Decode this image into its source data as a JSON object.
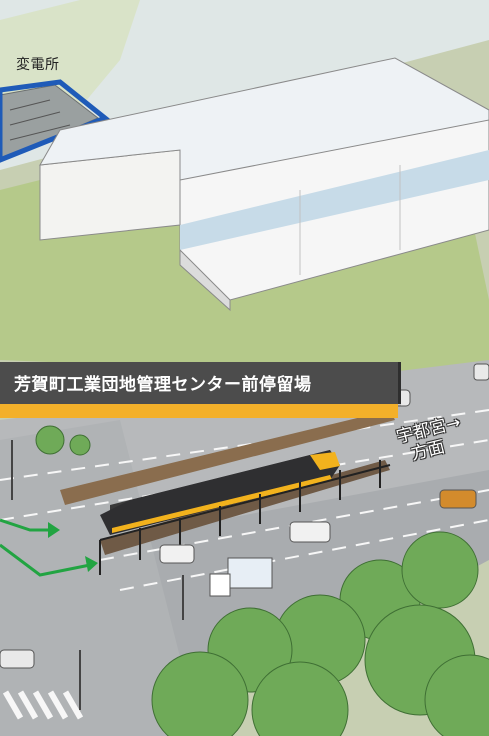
{
  "labels": {
    "substation": "変電所",
    "station_name": "芳賀町工業団地管理センター前停留場",
    "direction_line1": "宇都宮→",
    "direction_line2": "方面"
  },
  "colors": {
    "banner_bg": "#4c4c4c",
    "banner_accent": "#f3b02a",
    "route_outline": "#1f5bb8",
    "arrow_green": "#22a442",
    "tram_yellow": "#f2b21d"
  }
}
